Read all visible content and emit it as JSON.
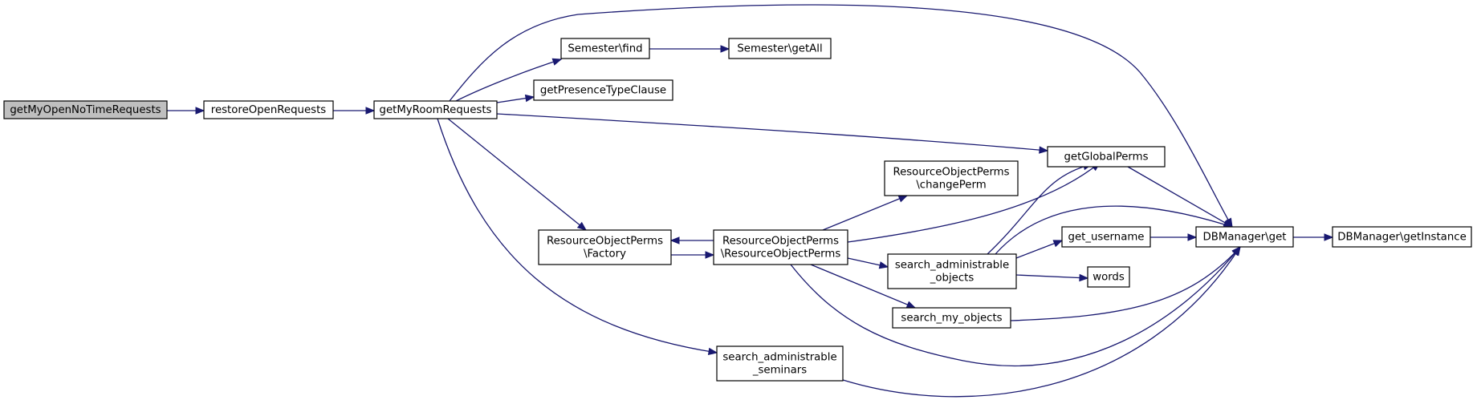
{
  "diagram": {
    "type": "call-graph",
    "nodes": [
      {
        "id": "n1",
        "lines": [
          "getMyOpenNoTimeRequests"
        ],
        "highlight": true
      },
      {
        "id": "n2",
        "lines": [
          "restoreOpenRequests"
        ]
      },
      {
        "id": "n3",
        "lines": [
          "getMyRoomRequests"
        ]
      },
      {
        "id": "n4",
        "lines": [
          "Semester\\find"
        ]
      },
      {
        "id": "n5",
        "lines": [
          "Semester\\getAll"
        ]
      },
      {
        "id": "n6",
        "lines": [
          "getPresenceTypeClause"
        ]
      },
      {
        "id": "n7",
        "lines": [
          "getGlobalPerms"
        ]
      },
      {
        "id": "n8",
        "lines": [
          "ResourceObjectPerms",
          "\\changePerm"
        ]
      },
      {
        "id": "n9",
        "lines": [
          "ResourceObjectPerms",
          "\\Factory"
        ]
      },
      {
        "id": "n10",
        "lines": [
          "ResourceObjectPerms",
          "\\ResourceObjectPerms"
        ]
      },
      {
        "id": "n11",
        "lines": [
          "search_administrable",
          "_objects"
        ]
      },
      {
        "id": "n12",
        "lines": [
          "get_username"
        ]
      },
      {
        "id": "n13",
        "lines": [
          "DBManager\\get"
        ]
      },
      {
        "id": "n14",
        "lines": [
          "DBManager\\getInstance"
        ]
      },
      {
        "id": "n15",
        "lines": [
          "words"
        ]
      },
      {
        "id": "n16",
        "lines": [
          "search_my_objects"
        ]
      },
      {
        "id": "n17",
        "lines": [
          "search_administrable",
          "_seminars"
        ]
      }
    ],
    "edges": [
      {
        "from": "n1",
        "to": "n2"
      },
      {
        "from": "n2",
        "to": "n3"
      },
      {
        "from": "n3",
        "to": "n4"
      },
      {
        "from": "n3",
        "to": "n6"
      },
      {
        "from": "n3",
        "to": "n7"
      },
      {
        "from": "n3",
        "to": "n9"
      },
      {
        "from": "n3",
        "to": "n13"
      },
      {
        "from": "n3",
        "to": "n17"
      },
      {
        "from": "n4",
        "to": "n5"
      },
      {
        "from": "n7",
        "to": "n13"
      },
      {
        "from": "n9",
        "to": "n10"
      },
      {
        "from": "n10",
        "to": "n9"
      },
      {
        "from": "n10",
        "to": "n8"
      },
      {
        "from": "n10",
        "to": "n7"
      },
      {
        "from": "n10",
        "to": "n11"
      },
      {
        "from": "n10",
        "to": "n16"
      },
      {
        "from": "n10",
        "to": "n13"
      },
      {
        "from": "n11",
        "to": "n7"
      },
      {
        "from": "n11",
        "to": "n13"
      },
      {
        "from": "n11",
        "to": "n12"
      },
      {
        "from": "n11",
        "to": "n15"
      },
      {
        "from": "n12",
        "to": "n13"
      },
      {
        "from": "n16",
        "to": "n13"
      },
      {
        "from": "n17",
        "to": "n13"
      },
      {
        "from": "n13",
        "to": "n14"
      }
    ]
  }
}
